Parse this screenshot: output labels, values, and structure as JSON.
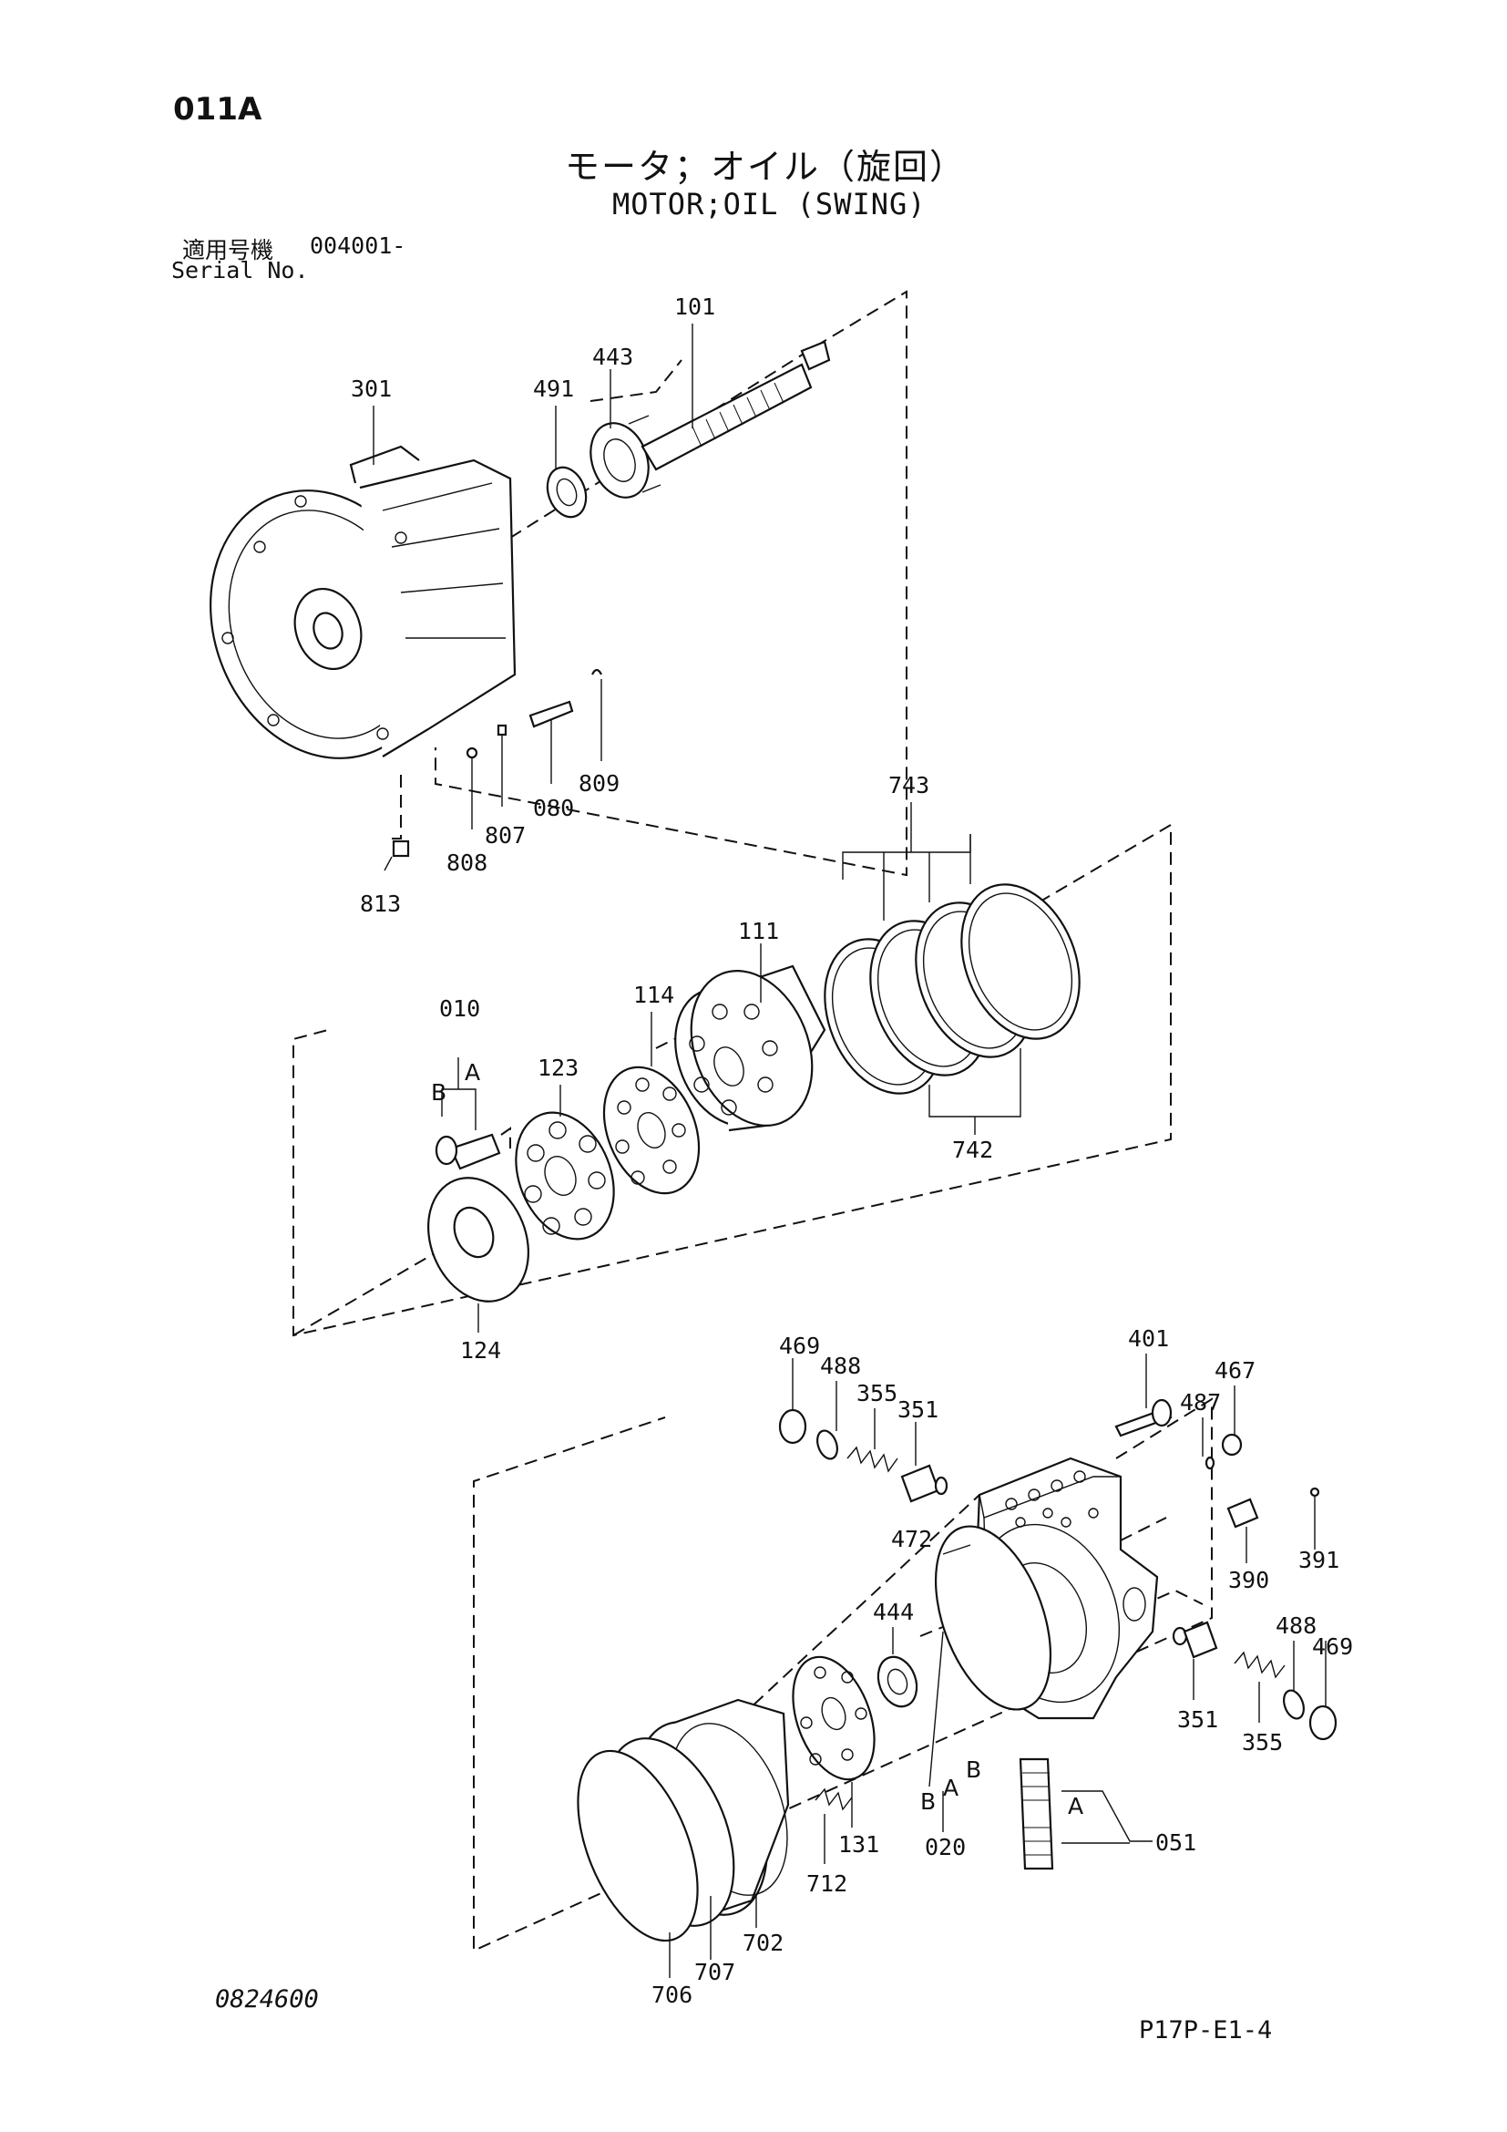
{
  "header": {
    "page_code": "011A",
    "title_jp": "モータ；オイル（旋回）",
    "title_en": "MOTOR;OIL (SWING)",
    "serial_label_jp": "適用号機",
    "serial_value": "004001-",
    "serial_label_en": "Serial No."
  },
  "footer": {
    "drawing_no": "0824600",
    "page_ref": "P17P-E1-4"
  },
  "callouts": {
    "c101": "101",
    "c443": "443",
    "c491": "491",
    "c301": "301",
    "c809": "809",
    "c080": "080",
    "c807": "807",
    "c808": "808",
    "c813": "813",
    "c743": "743",
    "c742": "742",
    "c111": "111",
    "c114": "114",
    "c010": "010",
    "c123": "123",
    "c124": "124",
    "c010_b": "B",
    "c010_a": "A",
    "c469a": "469",
    "c488a": "488",
    "c355a": "355",
    "c351a": "351",
    "c401": "401",
    "c467": "467",
    "c487": "487",
    "c472": "472",
    "c390": "390",
    "c391": "391",
    "c444": "444",
    "c488b": "488",
    "c469b": "469",
    "c351b": "351",
    "c355b": "355",
    "c020": "020",
    "c020_b1": "B",
    "c020_a": "A",
    "c020_b2": "B",
    "c051": "051",
    "c051_a": "A",
    "c131": "131",
    "c712": "712",
    "c702": "702",
    "c707": "707",
    "c706": "706"
  }
}
